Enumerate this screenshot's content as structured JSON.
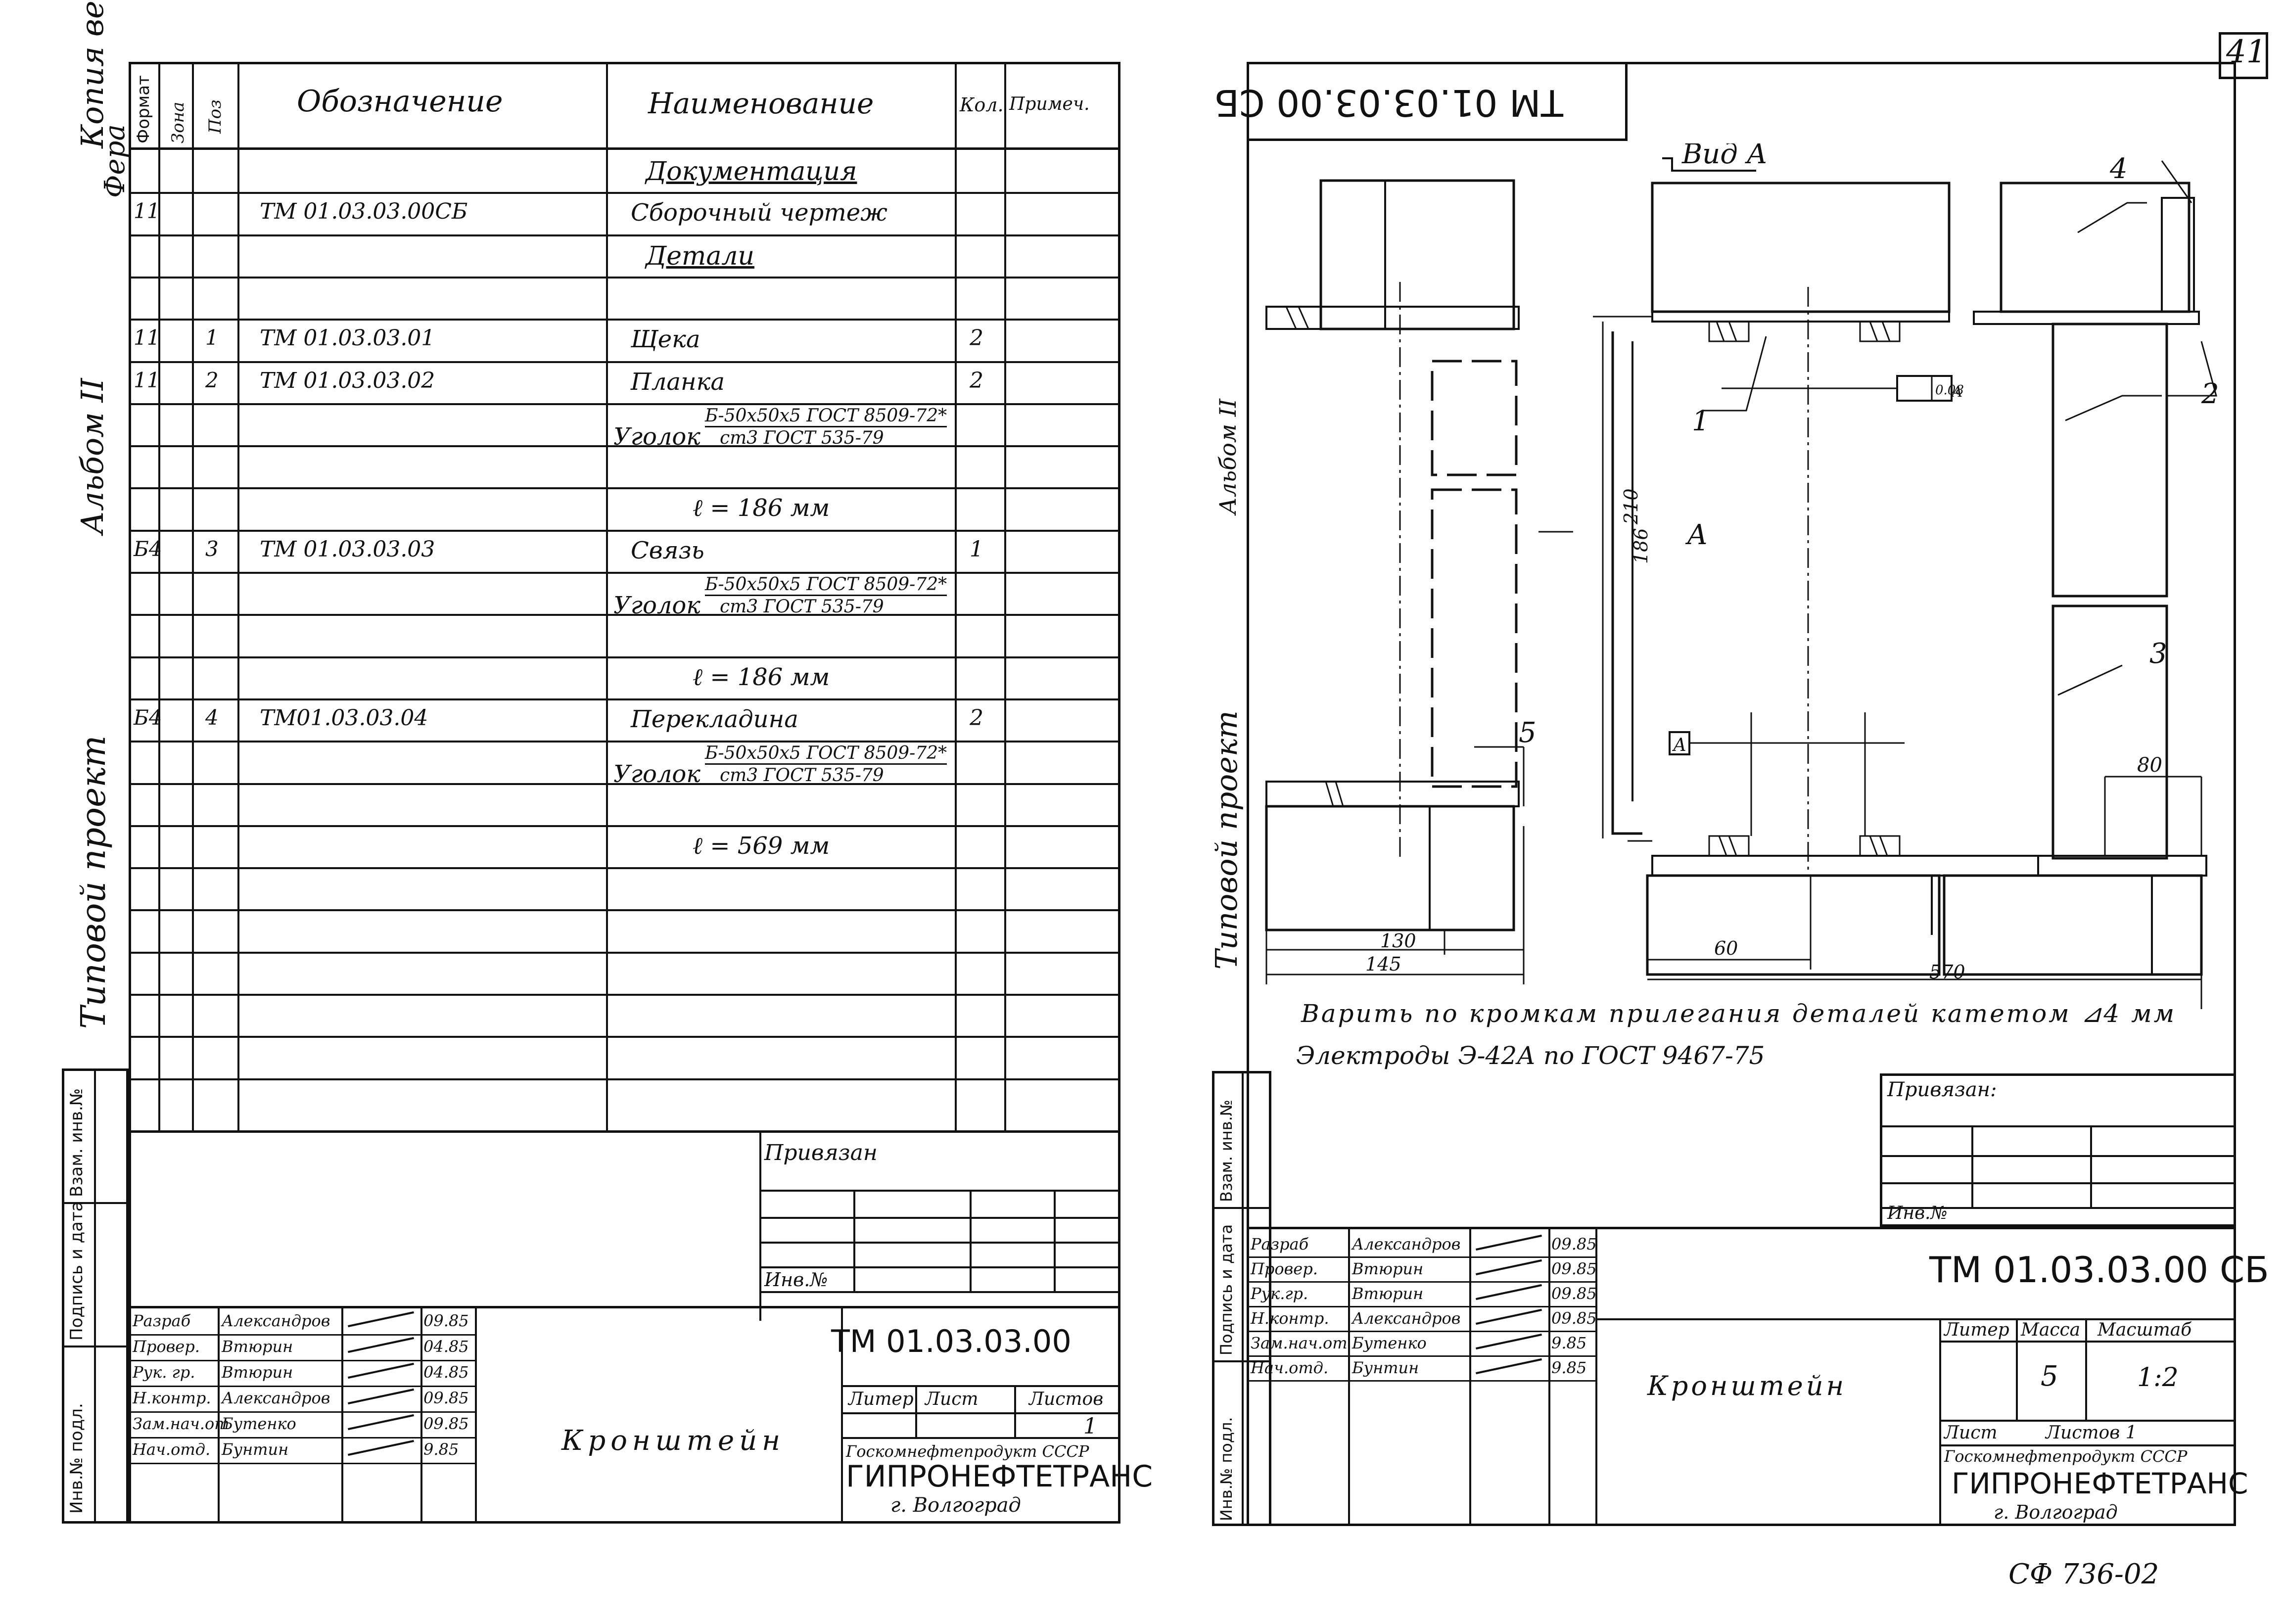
{
  "sheet_number": "41",
  "bottom_code": "СФ 736-02",
  "left_sheet": {
    "side_labels": {
      "kopiya_verna": "Копия верна",
      "signature": "Фера",
      "album": "Альбом II",
      "typovoy": "Типовой проект"
    },
    "side_box_labels": [
      "Взам. инв.№",
      "Подпись и дата",
      "Инв.№ подл."
    ],
    "spec_headers": {
      "format": "Формат",
      "zone": "Зона",
      "poz": "Поз",
      "oboznachenie": "Обозначение",
      "naimenovanie": "Наименование",
      "kol": "Кол.",
      "primech": "Примеч."
    },
    "spec_rows": [
      {
        "format": "",
        "poz": "",
        "oboznachenie": "",
        "naimenovanie": "Документация",
        "kol": "",
        "underline": true
      },
      {
        "format": "11",
        "poz": "",
        "oboznachenie": "ТМ 01.03.03.00СБ",
        "naimenovanie": "Сборочный чертеж",
        "kol": ""
      },
      {
        "format": "",
        "poz": "",
        "oboznachenie": "",
        "naimenovanie": "Детали",
        "kol": "",
        "underline": true
      },
      {
        "format": "11",
        "poz": "1",
        "oboznachenie": "ТМ 01.03.03.01",
        "naimenovanie": "Щека",
        "kol": "2"
      },
      {
        "format": "11",
        "poz": "2",
        "oboznachenie": "ТМ 01.03.03.02",
        "naimenovanie": "Планка",
        "kol": "2"
      },
      {
        "format": "",
        "poz": "",
        "oboznachenie": "",
        "naimenovanie": "Уголок",
        "frac_top": "Б-50х50х5 ГОСТ 8509-72*",
        "frac_bottom": "ст3 ГОСТ 535-79",
        "kol": ""
      },
      {
        "format": "",
        "poz": "",
        "oboznachenie": "",
        "naimenovanie": "ℓ = 186 мм",
        "kol": ""
      },
      {
        "format": "Б4",
        "poz": "3",
        "oboznachenie": "ТМ 01.03.03.03",
        "naimenovanie": "Связь",
        "kol": "1"
      },
      {
        "format": "",
        "poz": "",
        "oboznachenie": "",
        "naimenovanie": "Уголок",
        "frac_top": "Б-50х50х5 ГОСТ 8509-72*",
        "frac_bottom": "ст3 ГОСТ 535-79",
        "kol": ""
      },
      {
        "format": "",
        "poz": "",
        "oboznachenie": "",
        "naimenovanie": "ℓ = 186 мм",
        "kol": ""
      },
      {
        "format": "Б4",
        "poz": "4",
        "oboznachenie": "ТМ01.03.03.04",
        "naimenovanie": "Перекладина",
        "kol": "2"
      },
      {
        "format": "",
        "poz": "",
        "oboznachenie": "",
        "naimenovanie": "Уголок",
        "frac_top": "Б-50х50х5 ГОСТ 8509-72*",
        "frac_bottom": "ст3 ГОСТ 535-79",
        "kol": ""
      },
      {
        "format": "",
        "poz": "",
        "oboznachenie": "",
        "naimenovanie": "ℓ = 569 мм",
        "kol": ""
      }
    ],
    "privyazan": "Привязан",
    "inv_n": "Инв.№",
    "signers": [
      {
        "role": "Разраб",
        "name": "Александров",
        "date": "09.85"
      },
      {
        "role": "Провер.",
        "name": "Втюрин",
        "date": "04.85"
      },
      {
        "role": "Рук. гр.",
        "name": "Втюрин",
        "date": "04.85"
      },
      {
        "role": "Н.контр.",
        "name": "Александров",
        "date": "09.85"
      },
      {
        "role": "Зам.нач.от",
        "name": "Бутенко",
        "date": "09.85"
      },
      {
        "role": "Нач.отд.",
        "name": "Бунтин",
        "date": "9.85"
      }
    ],
    "doc_code": "ТМ 01.03.03.00",
    "title": "Кронштейн",
    "liter": "Литер",
    "list": "Лист",
    "listov": "Листов",
    "listov_val": "1",
    "org1": "Госкомнефтепродукт СССР",
    "org2": "ГИПРОНЕФТЕТРАНС",
    "org3": "г. Волгоград"
  },
  "right_sheet": {
    "side_labels": {
      "album": "Альбом II",
      "typovoy": "Типовой проект"
    },
    "side_box_labels": [
      "Взам. инв.№",
      "Подпись и дата",
      "Инв.№ подл."
    ],
    "mirrored_code": "ТМ 01.03.03.00 СБ",
    "drawing": {
      "view_label": "Вид А",
      "section_label": "А",
      "callouts": [
        "1",
        "2",
        "3",
        "4",
        "5"
      ],
      "tolerance": "0.08",
      "datum": "А",
      "dims": {
        "d210": "210",
        "d186": "186",
        "d130": "130",
        "d145": "145",
        "d60": "60",
        "d570": "570",
        "d80": "80"
      }
    },
    "note1": "Варить по кромкам прилегания деталей катетом ⊿4 мм",
    "note2": "Электроды Э-42А по ГОСТ 9467-75",
    "privyazan": "Привязан:",
    "inv_n": "Инв.№",
    "signers": [
      {
        "role": "Разраб",
        "name": "Александров",
        "date": "09.85"
      },
      {
        "role": "Провер.",
        "name": "Втюрин",
        "date": "09.85"
      },
      {
        "role": "Рук.гр.",
        "name": "Втюрин",
        "date": "09.85"
      },
      {
        "role": "Н.контр.",
        "name": "Александров",
        "date": "09.85"
      },
      {
        "role": "Зам.нач.от",
        "name": "Бутенко",
        "date": "9.85"
      },
      {
        "role": "Нач.отд.",
        "name": "Бунтин",
        "date": "9.85"
      }
    ],
    "doc_code": "ТМ 01.03.03.00 СБ",
    "title": "Кронштейн",
    "liter": "Литер",
    "massa": "Масса",
    "masshtab": "Масштаб",
    "massa_val": "5",
    "masshtab_val": "1:2",
    "list": "Лист",
    "listov": "Листов 1",
    "org1": "Госкомнефтепродукт СССР",
    "org2": "ГИПРОНЕФТЕТРАНС",
    "org3": "г. Волгоград"
  }
}
